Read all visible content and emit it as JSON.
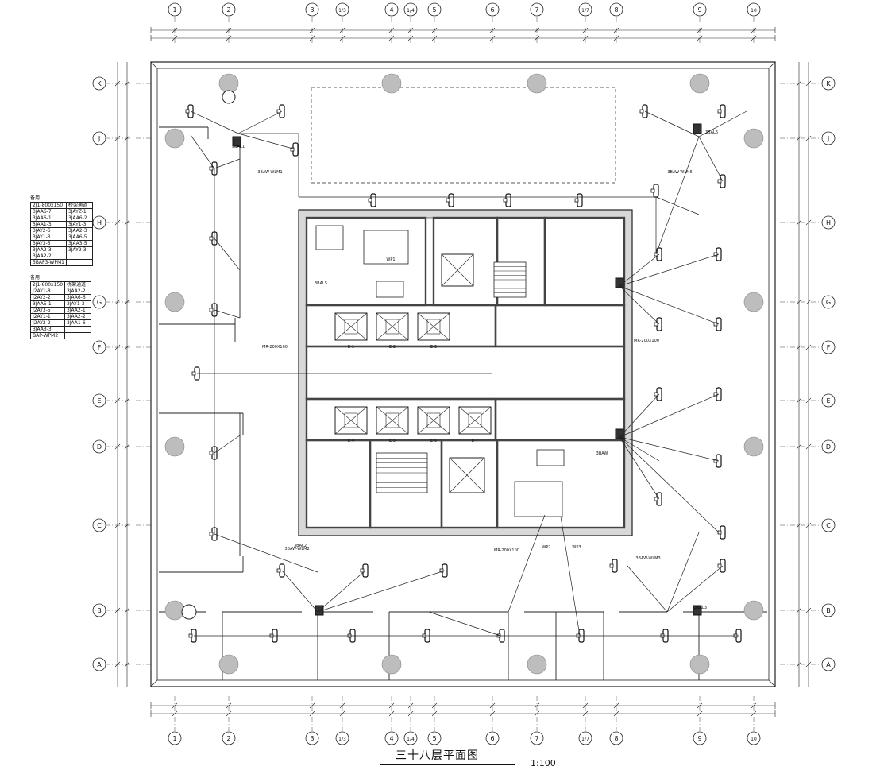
{
  "drawing": {
    "title": "三十八层平面图",
    "scale": "1:100"
  },
  "grid_columns": [
    "1",
    "2",
    "3",
    "1/3",
    "4",
    "1/4",
    "5",
    "6",
    "7",
    "1/7",
    "8",
    "9",
    "10"
  ],
  "grid_rows": [
    "K",
    "J",
    "H",
    "G",
    "F",
    "E",
    "D",
    "C",
    "B",
    "A"
  ],
  "panels": {
    "top_left": "3BAL1",
    "top_right": "3BAL6",
    "bottom_left": "3BAL2",
    "bottom_right": "3BAL3",
    "core_left": "3BAL5",
    "core_right": "3BAW"
  },
  "cable_runs": {
    "nw": "3BAW-WLM1",
    "ne": "3BAW-WLM6",
    "sw": "3BAW-WLM2",
    "se": "3BAW-WLM3"
  },
  "equipment": {
    "wp1": "WP1",
    "wp2": "WP2",
    "wp3": "WP3",
    "mr_left": "MR-200X100",
    "mr_right": "MR-200X100",
    "mr_bottom": "MR-200X100",
    "elevators": [
      "E-1",
      "E-2",
      "E-3",
      "E-4",
      "E-5",
      "E-6",
      "E-7"
    ]
  },
  "legend_1": {
    "header": "备用",
    "rows": [
      [
        "2J1-800x150",
        "桥架通道"
      ],
      [
        "3JAA6-7",
        "3JAYZ-1"
      ],
      [
        "3JAA6-1",
        "3JAA6-2"
      ],
      [
        "3JAA1-3",
        "3JAY1-3"
      ],
      [
        "3JAY2-6",
        "3JAA2-3"
      ],
      [
        "3JAY1-3",
        "3JAA6-5"
      ],
      [
        "3JAY3-5",
        "3JAA3-5"
      ],
      [
        "3JAA2-3",
        "3JAY2-3"
      ],
      [
        "3JAA2-2",
        ""
      ],
      [
        "3BAP3-WPM1",
        ""
      ]
    ]
  },
  "legend_2": {
    "header": "备用",
    "rows": [
      [
        "2J1-800x150",
        "桥架通道"
      ],
      [
        "J2AY1-8",
        "3JAA2-2"
      ],
      [
        "J2AY2-2",
        "3JAA6-6"
      ],
      [
        "3JAA5-1",
        "3JAY1-3"
      ],
      [
        "J2AY3-5",
        "3JAA2-1"
      ],
      [
        "J2AY1-1",
        "3JAA2-2"
      ],
      [
        "J2AY2-2",
        "3JAA1-6"
      ],
      [
        "3JAA3-3",
        ""
      ],
      [
        "BAP-WPM2",
        ""
      ]
    ]
  }
}
